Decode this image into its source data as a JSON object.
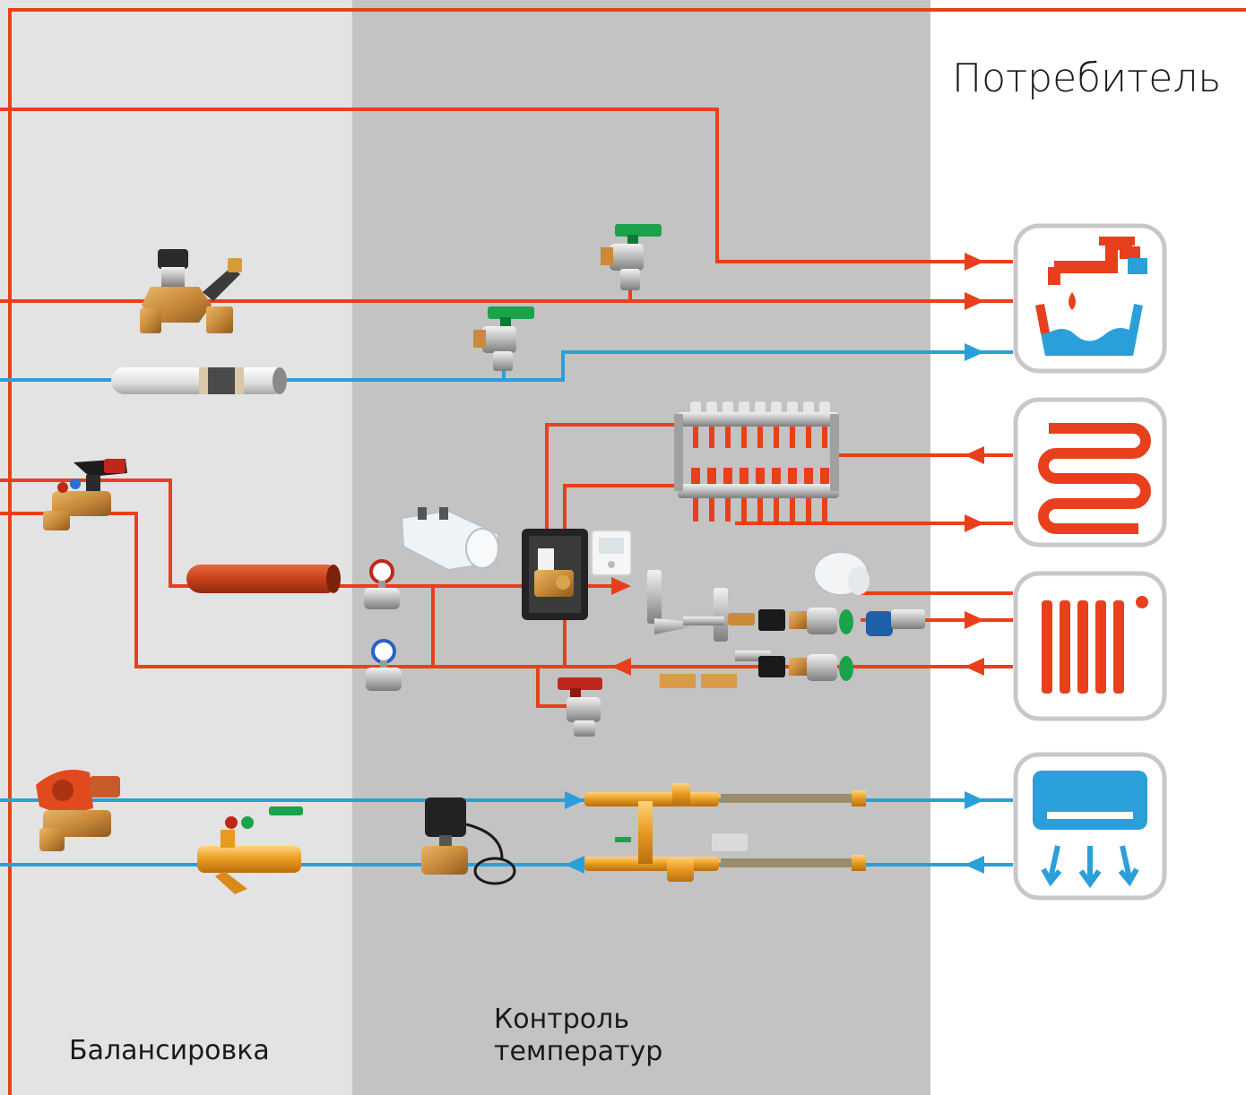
{
  "labels": {
    "consumer": "Потребитель",
    "balancing": "Балансировка",
    "temperature_control": "Контроль\nтемператур"
  },
  "colors": {
    "zone_balancing": "#e3e3e3",
    "zone_temperature": "#c3c3c3",
    "pipe_hot": "#e8401c",
    "pipe_cold": "#2b9fd9",
    "icon_frame": "#c8c8c8",
    "brass": "#c98a3a",
    "valve_handle_green": "#1aa34a",
    "valve_handle_red": "#c0271b"
  },
  "consumers": [
    {
      "name": "hot-water-tap-icon"
    },
    {
      "name": "underfloor-heating-icon"
    },
    {
      "name": "radiator-icon"
    },
    {
      "name": "air-conditioner-icon"
    }
  ],
  "components": [
    "balancing-valve-icon",
    "ball-valve-green-icon",
    "insulated-pipe-icon",
    "partner-valve-icon",
    "orange-insulated-pipe-icon",
    "thermometer-valve-icon",
    "thermostatic-head-icon",
    "mixing-unit-icon",
    "room-thermostat-icon",
    "floor-manifold-icon",
    "radiator-valve-icon",
    "pressure-independent-valve-icon",
    "strainer-valve-icon",
    "motorized-valve-icon",
    "fan-coil-connection-kit-icon"
  ]
}
